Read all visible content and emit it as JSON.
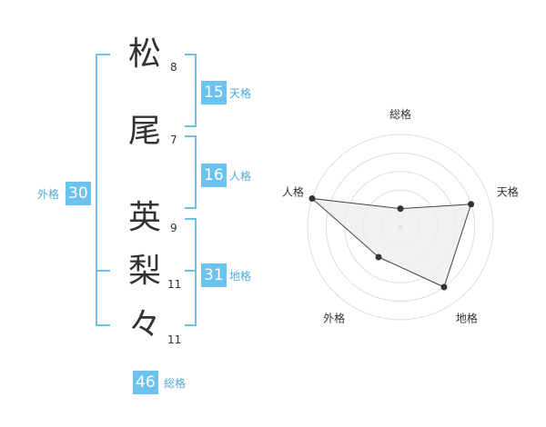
{
  "name": {
    "chars": [
      {
        "char": "松",
        "strokes": "8"
      },
      {
        "char": "尾",
        "strokes": "7"
      },
      {
        "char": "英",
        "strokes": "9"
      },
      {
        "char": "梨",
        "strokes": "11"
      },
      {
        "char": "々",
        "strokes": "11"
      }
    ]
  },
  "kaku": {
    "tenkaku": {
      "value": "15",
      "label": "天格"
    },
    "jinkaku": {
      "value": "16",
      "label": "人格"
    },
    "chikaku": {
      "value": "31",
      "label": "地格"
    },
    "gaikaku": {
      "value": "30",
      "label": "外格"
    },
    "soukaku": {
      "value": "46",
      "label": "総格"
    }
  },
  "colors": {
    "accent": "#6cc2ef",
    "label": "#4fa8d8",
    "text": "#333333",
    "grid": "#dddddd",
    "fill": "#eeeeee"
  },
  "chart_data": {
    "type": "radar",
    "axes": [
      "総格",
      "天格",
      "地格",
      "外格",
      "人格"
    ],
    "values": [
      1,
      4,
      4,
      2,
      5
    ],
    "max": 5
  }
}
